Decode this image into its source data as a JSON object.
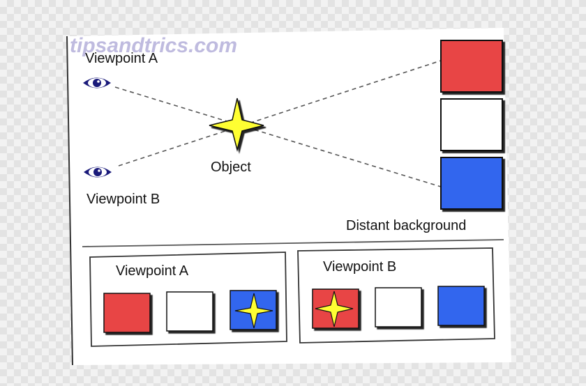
{
  "watermark": "tipsandtrics.com",
  "top": {
    "viewpoint_a_label": "Viewpoint A",
    "viewpoint_b_label": "Viewpoint B",
    "object_label": "Object",
    "background_label": "Distant background"
  },
  "bottom": {
    "panel_a_title": "Viewpoint A",
    "panel_b_title": "Viewpoint B"
  },
  "colors": {
    "red": "#e84545",
    "white": "#ffffff",
    "blue": "#3366ee",
    "star": "#ffff33",
    "eye": "#1a1a7a"
  },
  "icons": {
    "eye_a": "eye-icon",
    "eye_b": "eye-icon",
    "object": "star-icon"
  }
}
